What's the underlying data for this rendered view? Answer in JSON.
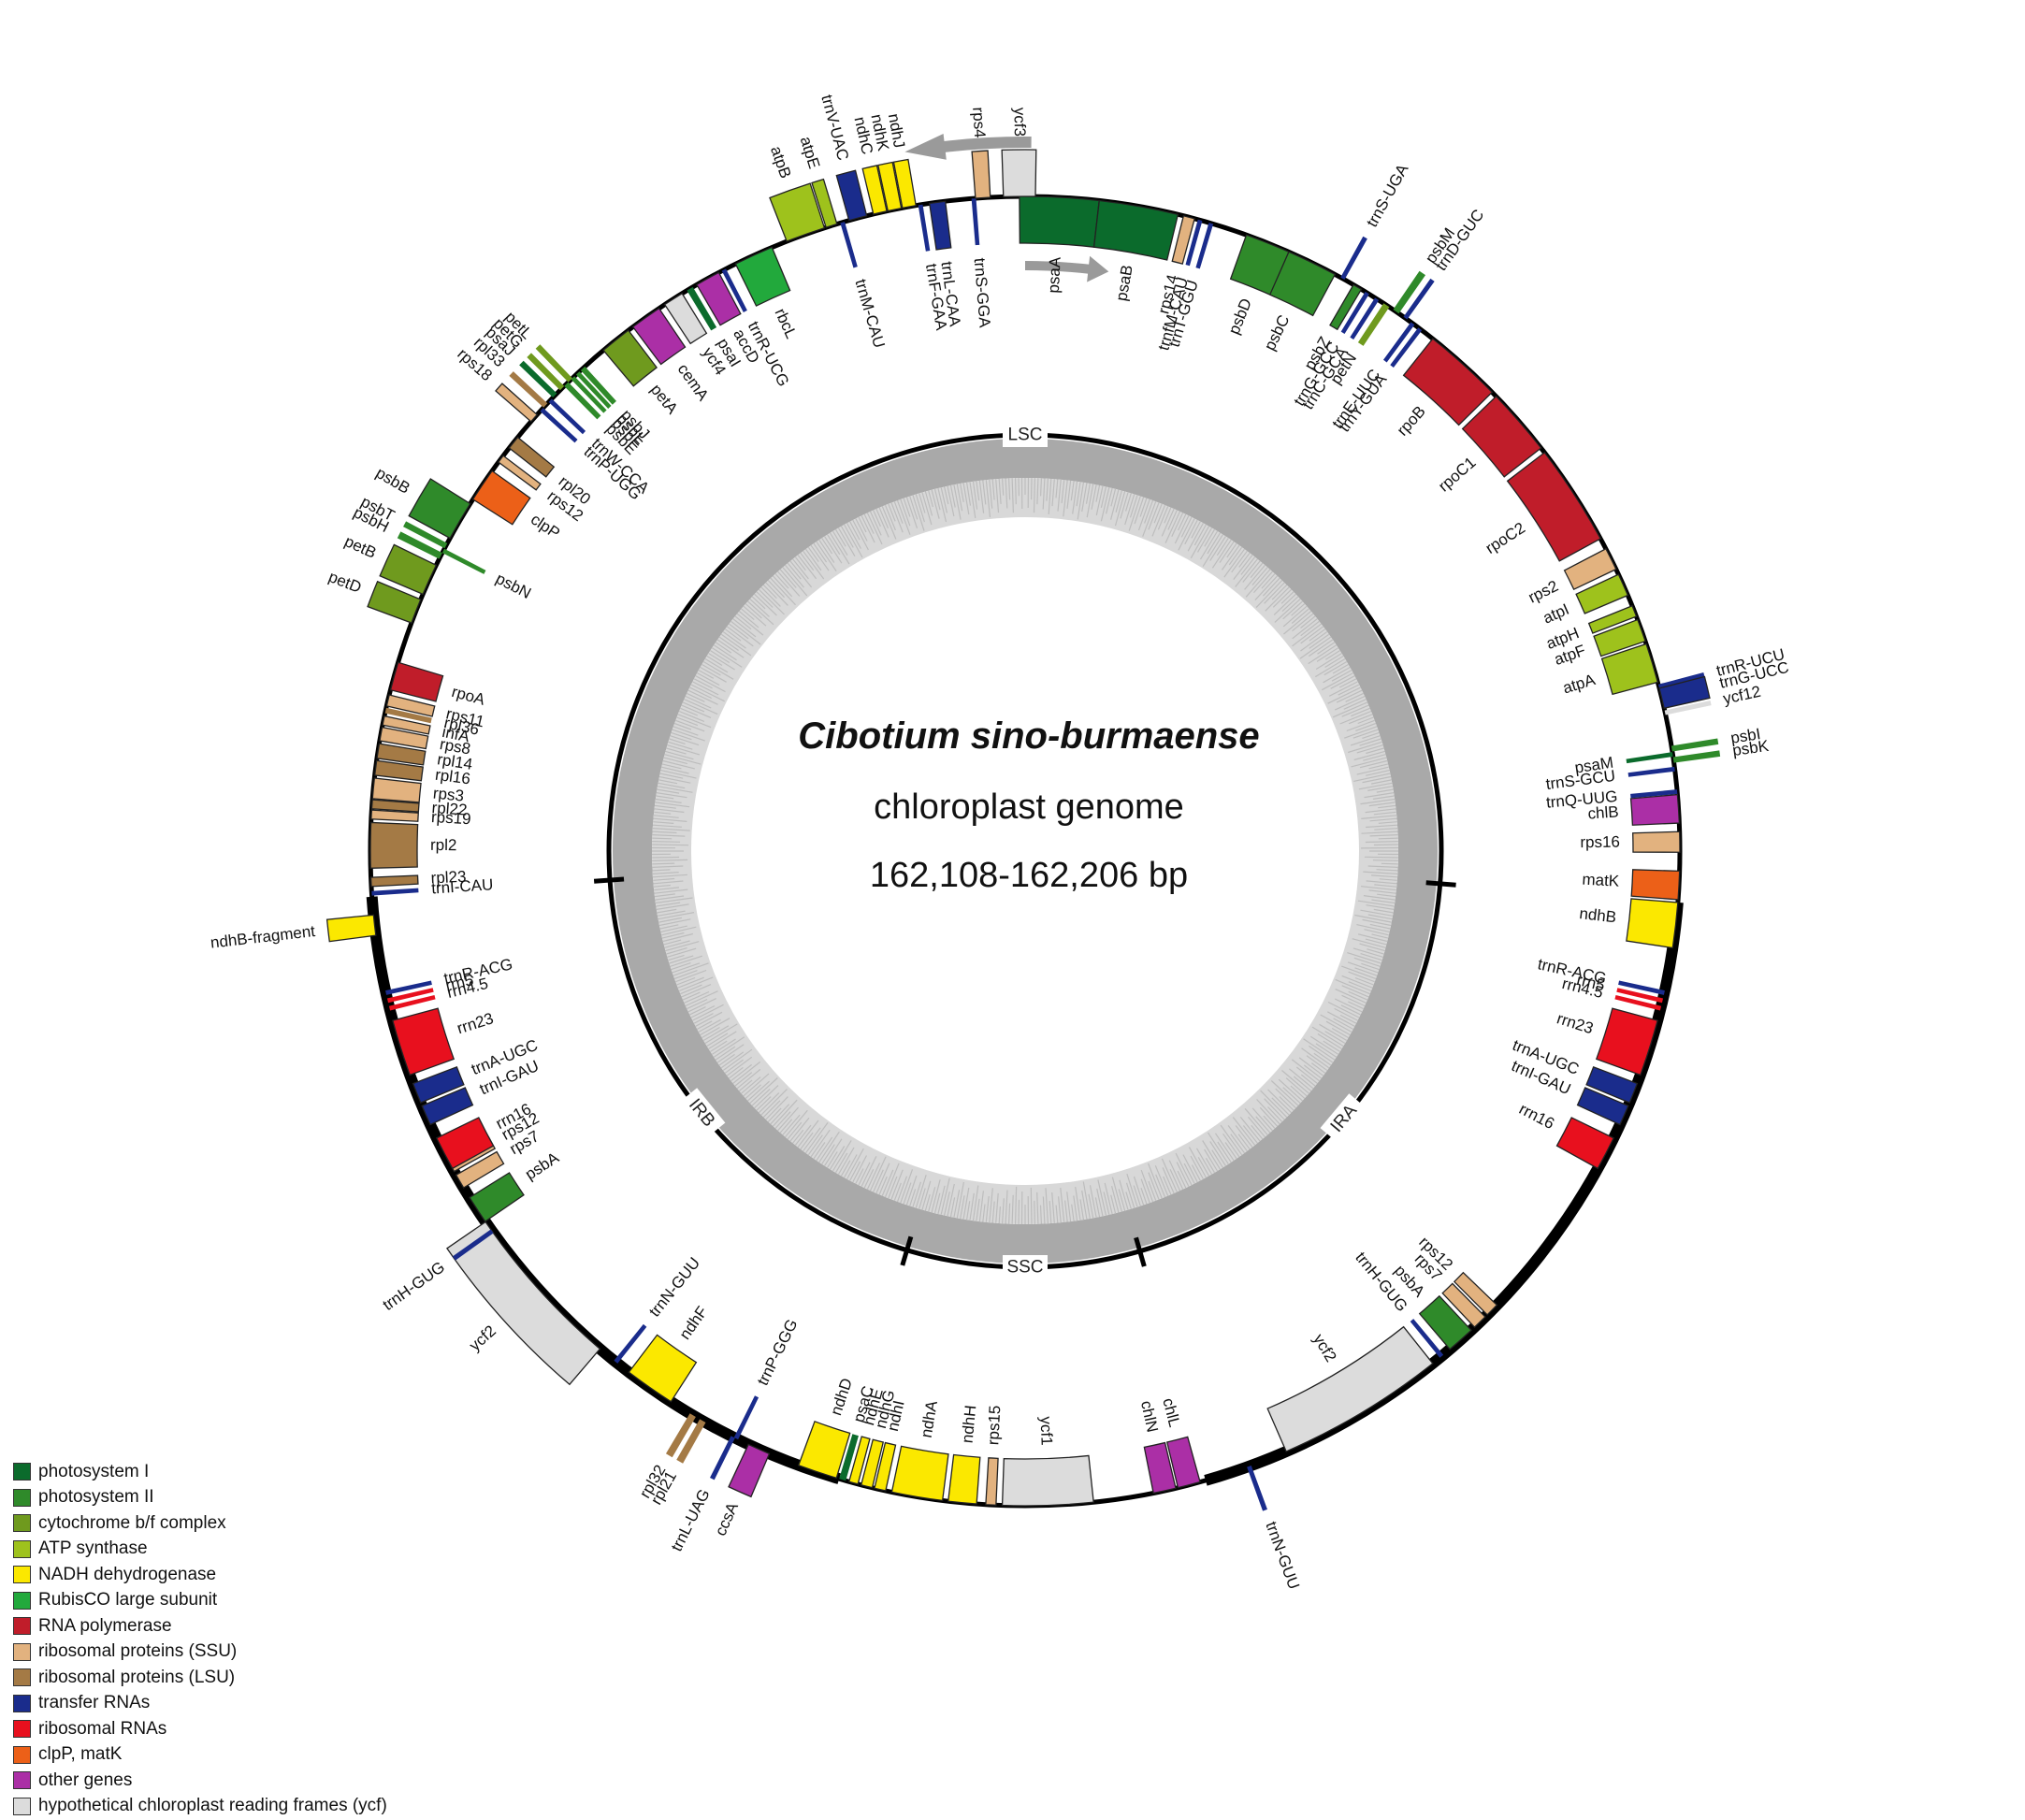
{
  "center": {
    "species": "Cibotium sino-burmaense",
    "subtitle": "chloroplast genome",
    "size": "162,108-162,206 bp"
  },
  "regions": [
    {
      "id": "lsc",
      "label": "LSC"
    },
    {
      "id": "ira",
      "label": "IRA"
    },
    {
      "id": "ssc",
      "label": "SSC"
    },
    {
      "id": "irb",
      "label": "IRB"
    }
  ],
  "legend": [
    {
      "label": "photosystem I",
      "color": "#0b6b2c"
    },
    {
      "label": "photosystem II",
      "color": "#2f8a2a"
    },
    {
      "label": "cytochrome b/f complex",
      "color": "#6f9a1e"
    },
    {
      "label": "ATP synthase",
      "color": "#9ec21c"
    },
    {
      "label": "NADH dehydrogenase",
      "color": "#fbe800"
    },
    {
      "label": "RubisCO large subunit",
      "color": "#22a93c"
    },
    {
      "label": "RNA polymerase",
      "color": "#c01d2a"
    },
    {
      "label": "ribosomal proteins (SSU)",
      "color": "#e2b27f"
    },
    {
      "label": "ribosomal proteins (LSU)",
      "color": "#a47a45"
    },
    {
      "label": "transfer RNAs",
      "color": "#1a2c8c"
    },
    {
      "label": "ribosomal RNAs",
      "color": "#e8101e"
    },
    {
      "label": "clpP, matK",
      "color": "#ec6018"
    },
    {
      "label": "other genes",
      "color": "#ab2fa6"
    },
    {
      "label": "hypothetical chloroplast reading frames (ycf)",
      "color": "#dcdcdc"
    }
  ],
  "genes": [
    {
      "name": "psaA",
      "a": 3,
      "w": 7,
      "c": "psI",
      "o": 1
    },
    {
      "name": "psaB",
      "a": 10,
      "w": 7,
      "c": "psI",
      "o": 1
    },
    {
      "name": "rps14",
      "a": 14.5,
      "w": 1,
      "c": "ssu",
      "o": 1
    },
    {
      "name": "trnfM-CAU",
      "a": 15.5,
      "w": 0.4,
      "c": "trna",
      "o": 1
    },
    {
      "name": "trnT-GGU",
      "a": 16.5,
      "w": 0.4,
      "c": "trna",
      "o": 1
    },
    {
      "name": "psbD",
      "a": 22,
      "w": 4.5,
      "c": "psII",
      "o": 1
    },
    {
      "name": "psbC",
      "a": 26,
      "w": 4.5,
      "c": "psII",
      "o": 1
    },
    {
      "name": "trnS-UGA",
      "a": 29,
      "w": 0.4,
      "c": "trna",
      "o": 0
    },
    {
      "name": "psbZ",
      "a": 30.5,
      "w": 0.8,
      "c": "psII",
      "o": 1
    },
    {
      "name": "trnG-GCC",
      "a": 31.5,
      "w": 0.4,
      "c": "trna",
      "o": 1
    },
    {
      "name": "trnC-GCA",
      "a": 32.5,
      "w": 0.4,
      "c": "trna",
      "o": 1
    },
    {
      "name": "petN",
      "a": 33.5,
      "w": 0.6,
      "c": "cyt",
      "o": 1
    },
    {
      "name": "psbM",
      "a": 34.5,
      "w": 0.6,
      "c": "psII",
      "o": 0
    },
    {
      "name": "trnD-GUC",
      "a": 35.5,
      "w": 0.4,
      "c": "trna",
      "o": 0
    },
    {
      "name": "trnE-UUC",
      "a": 36.3,
      "w": 0.4,
      "c": "trna",
      "o": 1
    },
    {
      "name": "trnY-GUA",
      "a": 37.1,
      "w": 0.4,
      "c": "trna",
      "o": 1
    },
    {
      "name": "rpoB",
      "a": 42,
      "w": 7,
      "c": "rnap",
      "o": 1
    },
    {
      "name": "rpoC1",
      "a": 49,
      "w": 6,
      "c": "rnap",
      "o": 1
    },
    {
      "name": "rpoC2",
      "a": 57,
      "w": 9,
      "c": "rnap",
      "o": 1
    },
    {
      "name": "rps2",
      "a": 63.5,
      "w": 2,
      "c": "ssu",
      "o": 1
    },
    {
      "name": "atpI",
      "a": 66,
      "w": 2,
      "c": "atp",
      "o": 1
    },
    {
      "name": "atpH",
      "a": 68.5,
      "w": 1,
      "c": "atp",
      "o": 1
    },
    {
      "name": "atpF",
      "a": 70.3,
      "w": 2,
      "c": "atp",
      "o": 1
    },
    {
      "name": "atpA",
      "a": 73.3,
      "w": 3.5,
      "c": "atp",
      "o": 1
    },
    {
      "name": "trnR-UCU",
      "a": 75.5,
      "w": 0.5,
      "c": "trna",
      "o": 0
    },
    {
      "name": "trnG-UCC",
      "a": 76.5,
      "w": 1.8,
      "c": "trna",
      "o": 0
    },
    {
      "name": "ycf12",
      "a": 77.8,
      "w": 0.4,
      "c": "ycf",
      "o": 0
    },
    {
      "name": "psbI",
      "a": 81,
      "w": 0.5,
      "c": "psII",
      "o": 0
    },
    {
      "name": "psbK",
      "a": 82,
      "w": 0.5,
      "c": "psII",
      "o": 0
    },
    {
      "name": "psaM",
      "a": 81.5,
      "w": 0.4,
      "c": "psI",
      "o": 1
    },
    {
      "name": "trnS-GCU",
      "a": 82.8,
      "w": 0.4,
      "c": "trna",
      "o": 1
    },
    {
      "name": "trnQ-UUG",
      "a": 84.8,
      "w": 0.4,
      "c": "trna",
      "o": 1
    },
    {
      "name": "chlB",
      "a": 86.3,
      "w": 2.5,
      "c": "other",
      "o": 1
    },
    {
      "name": "rps16",
      "a": 89.2,
      "w": 1.8,
      "c": "ssu",
      "o": 1
    },
    {
      "name": "matK",
      "a": 93,
      "w": 2.5,
      "c": "clp",
      "o": 1
    },
    {
      "name": "ndhB",
      "a": 96.5,
      "w": 4,
      "c": "ndh",
      "o": 1
    },
    {
      "name": "trnR-ACG",
      "a": 102.5,
      "w": 0.4,
      "c": "trna",
      "o": 1
    },
    {
      "name": "rrn5",
      "a": 103.2,
      "w": 0.4,
      "c": "rrna",
      "o": 1
    },
    {
      "name": "rrn4.5",
      "a": 103.9,
      "w": 0.4,
      "c": "rrna",
      "o": 1
    },
    {
      "name": "rrn23",
      "a": 107.5,
      "w": 5,
      "c": "rrna",
      "o": 1
    },
    {
      "name": "trnA-UGC",
      "a": 111.7,
      "w": 1.8,
      "c": "trna",
      "o": 1
    },
    {
      "name": "trnI-GAU",
      "a": 113.8,
      "w": 1.8,
      "c": "trna",
      "o": 1
    },
    {
      "name": "rrn16",
      "a": 117.5,
      "w": 3,
      "c": "rrna",
      "o": 1
    },
    {
      "name": "rps12",
      "a": 134.5,
      "w": 1.2,
      "c": "ssu",
      "o": 1
    },
    {
      "name": "rps7",
      "a": 136,
      "w": 1.3,
      "c": "ssu",
      "o": 1
    },
    {
      "name": "psbA",
      "a": 138.3,
      "w": 2.5,
      "c": "psII",
      "o": 1
    },
    {
      "name": "trnH-GUG",
      "a": 140.5,
      "w": 0.4,
      "c": "trna",
      "o": 1
    },
    {
      "name": "ycf2",
      "a": 149,
      "w": 15,
      "c": "ycf",
      "o": 1
    },
    {
      "name": "trnN-GUU",
      "a": 160,
      "w": 0.4,
      "c": "trna",
      "o": 0
    },
    {
      "name": "chlL",
      "a": 165.5,
      "w": 2,
      "c": "other",
      "o": 1
    },
    {
      "name": "chlN",
      "a": 167.7,
      "w": 2,
      "c": "other",
      "o": 1
    },
    {
      "name": "ycf1",
      "a": 178,
      "w": 8,
      "c": "ycf",
      "o": 1
    },
    {
      "name": "rps15",
      "a": 183,
      "w": 0.9,
      "c": "ssu",
      "o": 1
    },
    {
      "name": "ndhH",
      "a": 185.5,
      "w": 2.5,
      "c": "ndh",
      "o": 1
    },
    {
      "name": "ndhA",
      "a": 189.5,
      "w": 4.5,
      "c": "ndh",
      "o": 1
    },
    {
      "name": "ndhI",
      "a": 192.8,
      "w": 1,
      "c": "ndh",
      "o": 1
    },
    {
      "name": "ndhG",
      "a": 194,
      "w": 1,
      "c": "ndh",
      "o": 1
    },
    {
      "name": "ndhE",
      "a": 195.2,
      "w": 0.8,
      "c": "ndh",
      "o": 1
    },
    {
      "name": "psaC",
      "a": 196.2,
      "w": 0.6,
      "c": "psI",
      "o": 1
    },
    {
      "name": "ndhD",
      "a": 198.5,
      "w": 3.5,
      "c": "ndh",
      "o": 1
    },
    {
      "name": "ccsA",
      "a": 204,
      "w": 2,
      "c": "other",
      "o": 0
    },
    {
      "name": "trnL-UAG",
      "a": 206.5,
      "w": 0.4,
      "c": "trna",
      "o": 0
    },
    {
      "name": "trnP-GGG",
      "a": 206.2,
      "w": 0.4,
      "c": "trna",
      "o": 1
    },
    {
      "name": "rpl21",
      "a": 209.5,
      "w": 0.6,
      "c": "lsu",
      "o": 0
    },
    {
      "name": "rpl32",
      "a": 210.5,
      "w": 0.6,
      "c": "lsu",
      "o": 0
    },
    {
      "name": "ndhF",
      "a": 215,
      "w": 4.5,
      "c": "ndh",
      "o": 1
    },
    {
      "name": "trnN-GUU",
      "a": 218.7,
      "w": 0.4,
      "c": "trna",
      "o": 1
    },
    {
      "name": "ycf2",
      "a": 228,
      "w": 15,
      "c": "ycf",
      "o": 0
    },
    {
      "name": "trnH-GUG",
      "a": 234.5,
      "w": 0.4,
      "c": "trna",
      "o": 0
    },
    {
      "name": "psbA",
      "a": 236.8,
      "w": 2.5,
      "c": "psII",
      "o": 1
    },
    {
      "name": "rps7",
      "a": 239.7,
      "w": 1.3,
      "c": "ssu",
      "o": 1
    },
    {
      "name": "rps12",
      "a": 241.3,
      "w": 1.2,
      "c": "ssu",
      "o": 1
    },
    {
      "name": "rrn16",
      "a": 242.5,
      "w": 3,
      "c": "rrna",
      "o": 1
    },
    {
      "name": "trnI-GAU",
      "a": 246.2,
      "w": 1.8,
      "c": "trna",
      "o": 1
    },
    {
      "name": "trnA-UGC",
      "a": 248.3,
      "w": 1.8,
      "c": "trna",
      "o": 1
    },
    {
      "name": "rrn23",
      "a": 252.5,
      "w": 5,
      "c": "rrna",
      "o": 1
    },
    {
      "name": "rrn4.5",
      "a": 256.1,
      "w": 0.4,
      "c": "rrna",
      "o": 1
    },
    {
      "name": "rrn5",
      "a": 256.8,
      "w": 0.4,
      "c": "rrna",
      "o": 1
    },
    {
      "name": "trnR-ACG",
      "a": 257.5,
      "w": 0.4,
      "c": "trna",
      "o": 1
    },
    {
      "name": "ndhB-fragment",
      "a": 263.5,
      "w": 1.8,
      "c": "ndh",
      "o": 0
    },
    {
      "name": "trnI-CAU",
      "a": 266.3,
      "w": 0.4,
      "c": "trna",
      "o": 1
    },
    {
      "name": "rpl23",
      "a": 267.3,
      "w": 0.8,
      "c": "lsu",
      "o": 1
    },
    {
      "name": "rpl2",
      "a": 270.5,
      "w": 4,
      "c": "lsu",
      "o": 1
    },
    {
      "name": "rps19",
      "a": 273.2,
      "w": 0.8,
      "c": "ssu",
      "o": 1
    },
    {
      "name": "rpl22",
      "a": 274.1,
      "w": 0.8,
      "c": "lsu",
      "o": 1
    },
    {
      "name": "rps3",
      "a": 275.5,
      "w": 1.8,
      "c": "ssu",
      "o": 1
    },
    {
      "name": "rpl16",
      "a": 277.3,
      "w": 1.3,
      "c": "lsu",
      "o": 1
    },
    {
      "name": "rpl14",
      "a": 278.8,
      "w": 1.3,
      "c": "lsu",
      "o": 1
    },
    {
      "name": "rps8",
      "a": 280.3,
      "w": 1.2,
      "c": "ssu",
      "o": 1
    },
    {
      "name": "infA",
      "a": 281.5,
      "w": 0.8,
      "c": "ssu",
      "o": 1
    },
    {
      "name": "rpl36",
      "a": 282.4,
      "w": 0.5,
      "c": "lsu",
      "o": 1
    },
    {
      "name": "rps11",
      "a": 283.3,
      "w": 1,
      "c": "ssu",
      "o": 1
    },
    {
      "name": "rpoA",
      "a": 285.5,
      "w": 2.5,
      "c": "rnap",
      "o": 1
    },
    {
      "name": "petD",
      "a": 291.5,
      "w": 2.2,
      "c": "cyt",
      "o": 0
    },
    {
      "name": "petB",
      "a": 294.5,
      "w": 2.8,
      "c": "cyt",
      "o": 0
    },
    {
      "name": "psbH",
      "a": 296.8,
      "w": 0.6,
      "c": "psII",
      "o": 0
    },
    {
      "name": "psbN",
      "a": 297.3,
      "w": 0.4,
      "c": "psII",
      "o": 1
    },
    {
      "name": "psbT",
      "a": 297.8,
      "w": 0.5,
      "c": "psII",
      "o": 0
    },
    {
      "name": "psbB",
      "a": 300.3,
      "w": 3.5,
      "c": "psII",
      "o": 0
    },
    {
      "name": "clpP",
      "a": 304,
      "w": 3,
      "c": "clp",
      "o": 1
    },
    {
      "name": "rps12",
      "a": 306.8,
      "w": 0.7,
      "c": "ssu",
      "o": 1
    },
    {
      "name": "rpl20",
      "a": 308.6,
      "w": 1.2,
      "c": "lsu",
      "o": 1
    },
    {
      "name": "rps18",
      "a": 311.4,
      "w": 0.8,
      "c": "ssu",
      "o": 0
    },
    {
      "name": "trnP-UGG",
      "a": 312.4,
      "w": 0.4,
      "c": "trna",
      "o": 1
    },
    {
      "name": "rpl33",
      "a": 312.9,
      "w": 0.5,
      "c": "lsu",
      "o": 0
    },
    {
      "name": "trnW-CCA",
      "a": 313.5,
      "w": 0.4,
      "c": "trna",
      "o": 1
    },
    {
      "name": "psaJ",
      "a": 314.1,
      "w": 0.5,
      "c": "psI",
      "o": 0
    },
    {
      "name": "petG",
      "a": 315.0,
      "w": 0.5,
      "c": "cyt",
      "o": 0
    },
    {
      "name": "psbE",
      "a": 315.5,
      "w": 0.5,
      "c": "psII",
      "o": 1
    },
    {
      "name": "petL",
      "a": 316.0,
      "w": 0.5,
      "c": "cyt",
      "o": 0
    },
    {
      "name": "psbF",
      "a": 316.3,
      "w": 0.4,
      "c": "psII",
      "o": 1
    },
    {
      "name": "psbL",
      "a": 316.9,
      "w": 0.4,
      "c": "psII",
      "o": 1
    },
    {
      "name": "psbJ",
      "a": 317.5,
      "w": 0.5,
      "c": "psII",
      "o": 1
    },
    {
      "name": "petA",
      "a": 321.3,
      "w": 2.8,
      "c": "cyt",
      "o": 1
    },
    {
      "name": "cemA",
      "a": 324.6,
      "w": 2.8,
      "c": "other",
      "o": 1
    },
    {
      "name": "ycf4",
      "a": 327.5,
      "w": 1.8,
      "c": "ycf",
      "o": 1
    },
    {
      "name": "psaI",
      "a": 329.2,
      "w": 0.6,
      "c": "psI",
      "o": 1
    },
    {
      "name": "accD",
      "a": 331,
      "w": 2.2,
      "c": "other",
      "o": 1
    },
    {
      "name": "trnR-UCG",
      "a": 332.6,
      "w": 0.4,
      "c": "trna",
      "o": 1
    },
    {
      "name": "rbcL",
      "a": 335.5,
      "w": 3.5,
      "c": "rubisco",
      "o": 1
    },
    {
      "name": "atpB",
      "a": 340.4,
      "w": 3.5,
      "c": "atp",
      "o": 0
    },
    {
      "name": "atpE",
      "a": 342.8,
      "w": 1,
      "c": "atp",
      "o": 0
    },
    {
      "name": "trnM-CAU",
      "a": 343.8,
      "w": 0.4,
      "c": "trna",
      "o": 1
    },
    {
      "name": "trnV-UAC",
      "a": 345.2,
      "w": 1.6,
      "c": "trna",
      "o": 0
    },
    {
      "name": "ndhC",
      "a": 347.2,
      "w": 1.2,
      "c": "ndh",
      "o": 0
    },
    {
      "name": "ndhK",
      "a": 348.5,
      "w": 1.2,
      "c": "ndh",
      "o": 0
    },
    {
      "name": "ndhJ",
      "a": 349.8,
      "w": 1.2,
      "c": "ndh",
      "o": 0
    },
    {
      "name": "trnF-GAA",
      "a": 350.8,
      "w": 0.4,
      "c": "trna",
      "o": 1
    },
    {
      "name": "trnL-CAA",
      "a": 352.3,
      "w": 1.4,
      "c": "trna",
      "o": 1
    },
    {
      "name": "trnS-GGA",
      "a": 355.5,
      "w": 0.4,
      "c": "trna",
      "o": 1
    },
    {
      "name": "rps4",
      "a": 356.3,
      "w": 1.3,
      "c": "ssu",
      "o": 0
    },
    {
      "name": "ycf3",
      "a": 359.5,
      "w": 2.8,
      "c": "ycf",
      "o": 0
    }
  ],
  "label_overrides": {
    "psaA": 1,
    "psaB": 1,
    "psbD": 1,
    "psbC": 1
  },
  "category_colors": {
    "psI": "#0b6b2c",
    "psII": "#2f8a2a",
    "cyt": "#6f9a1e",
    "atp": "#9ec21c",
    "ndh": "#fbe800",
    "rubisco": "#22a93c",
    "rnap": "#c01d2a",
    "ssu": "#e2b27f",
    "lsu": "#a47a45",
    "trna": "#1a2c8c",
    "rrna": "#e8101e",
    "clp": "#ec6018",
    "other": "#ab2fa6",
    "ycf": "#dcdcdc"
  },
  "ir_arcs": [
    {
      "start": 94.5,
      "end": 164
    },
    {
      "start": 196.5,
      "end": 266
    }
  ]
}
